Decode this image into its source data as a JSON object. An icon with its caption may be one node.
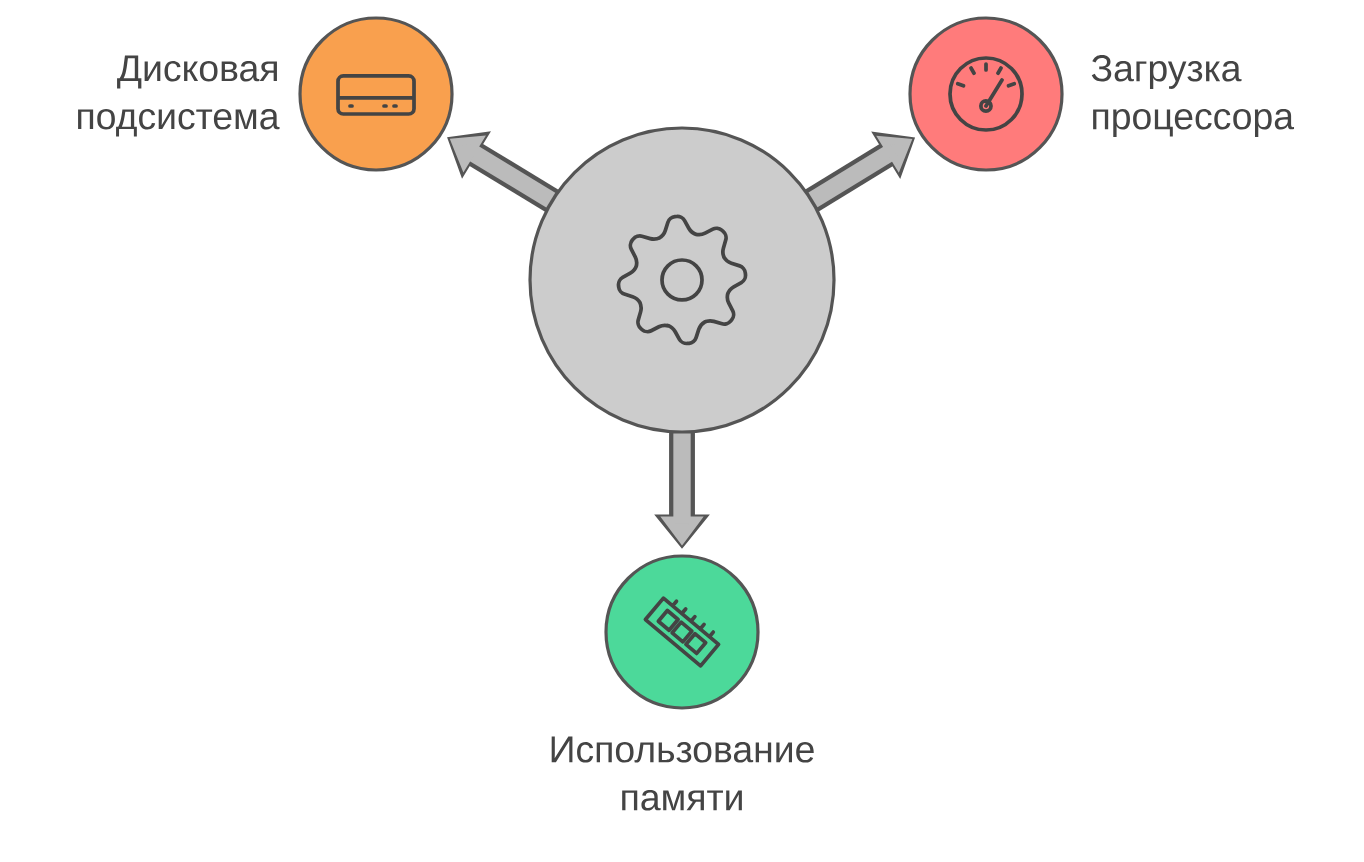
{
  "diagram": {
    "nodes": [
      {
        "text": [],
        "shape": "circle"
      },
      {
        "text": [
          "Дисковая подсистема"
        ]
      },
      {
        "text": [
          "Загрузка процессора"
        ]
      },
      {
        "text": [
          "Использование памяти"
        ]
      }
    ],
    "edges": [
      {
        "from": 0,
        "to": 1,
        "arrow": "to"
      },
      {
        "from": 0,
        "to": 2,
        "arrow": "to"
      },
      {
        "from": 0,
        "to": 3,
        "arrow": "to"
      }
    ]
  }
}
